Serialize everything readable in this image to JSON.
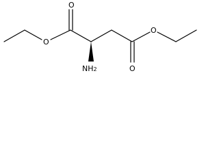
{
  "molecule": {
    "atoms": {
      "oxygen_carbonyl_left": "O",
      "oxygen_ester_left": "O",
      "oxygen_carbonyl_right": "O",
      "oxygen_ester_right": "O",
      "amine_main": "NH",
      "amine_subscript": "2"
    },
    "colors": {
      "bond": "#000000",
      "text": "#000000",
      "background": "#ffffff"
    }
  }
}
